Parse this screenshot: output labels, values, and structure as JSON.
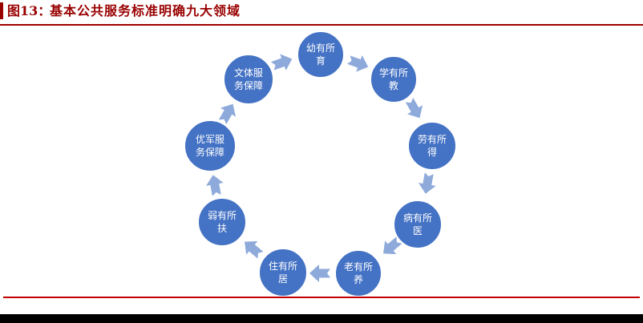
{
  "figure_header": {
    "prefix": "图13：",
    "title": "基本公共服务标准明确九大领域"
  },
  "diagram": {
    "type": "cycle",
    "flow_direction": "clockwise",
    "nodes": [
      {
        "label": "幼有所育",
        "line1": "幼有所",
        "line2": "育"
      },
      {
        "label": "学有所教",
        "line1": "学有所",
        "line2": "教"
      },
      {
        "label": "劳有所得",
        "line1": "劳有所",
        "line2": "得"
      },
      {
        "label": "病有所医",
        "line1": "病有所",
        "line2": "医"
      },
      {
        "label": "老有所养",
        "line1": "老有所",
        "line2": "养"
      },
      {
        "label": "住有所居",
        "line1": "住有所",
        "line2": "居"
      },
      {
        "label": "弱有所扶",
        "line1": "弱有所",
        "line2": "扶"
      },
      {
        "label": "优军服务保障",
        "line1": "优军服",
        "line2": "务保障"
      },
      {
        "label": "文体服务保障",
        "line1": "文体服",
        "line2": "务保障"
      }
    ],
    "colors": {
      "node_fill": "#4472C4",
      "node_border": "#FFFFFF",
      "node_text": "#FFFFFF",
      "arrow": "#8EAADB",
      "title": "#990000",
      "top_rule": "#A00000",
      "bottom_rule": "#C00000",
      "bottom_bar": "#000000"
    }
  }
}
